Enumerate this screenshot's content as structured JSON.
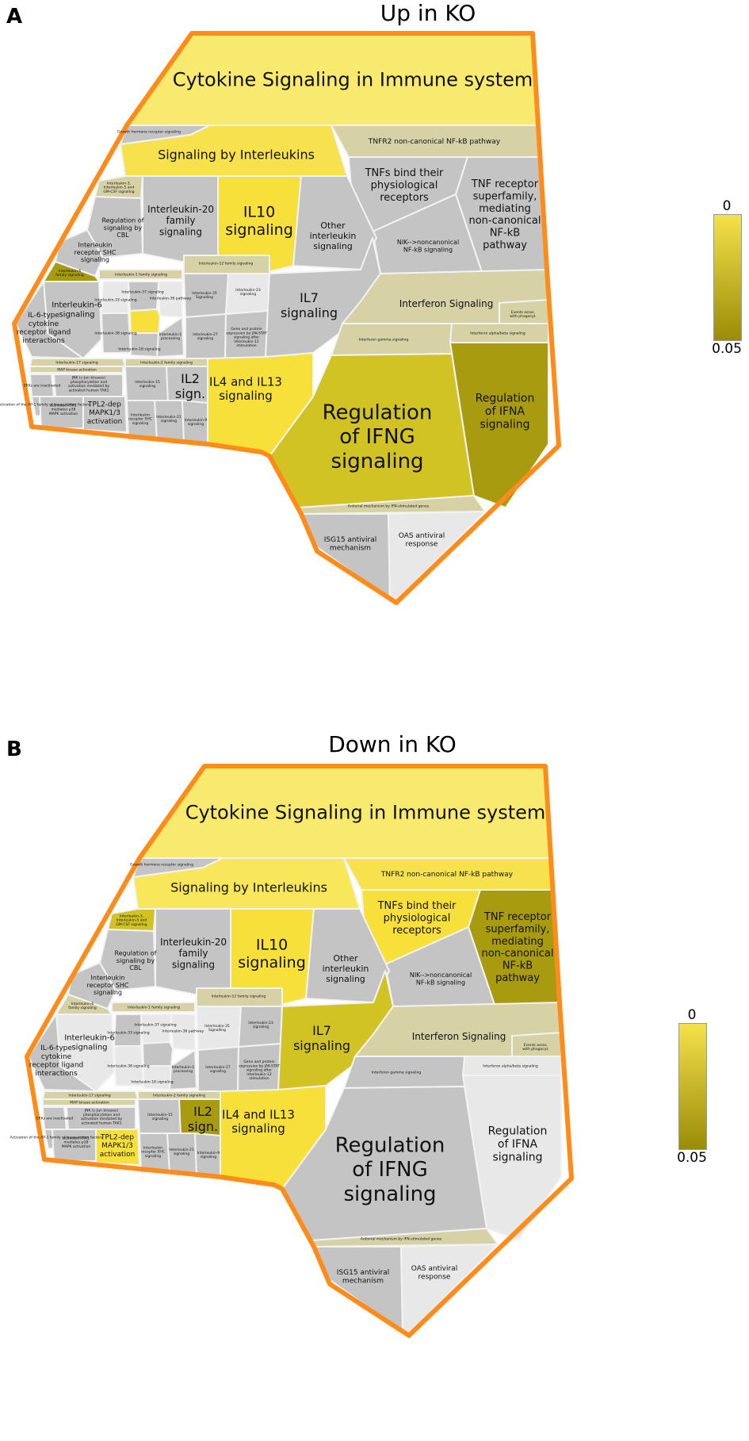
{
  "colors": {
    "outline": "#ff8c1a",
    "grey": "#c4c4c4",
    "light_grey": "#e6e6e6",
    "khaki": "#d7d1a6",
    "yellow_bright": "#f8e14a",
    "yellow_light": "#f8ea6e",
    "yellow_header": "#f7e65b",
    "olive_mid": "#d2c325",
    "olive_dark": "#a89b0f",
    "olive_deep": "#9c910c"
  },
  "panels": [
    {
      "letter": "A",
      "title": "Up in KO",
      "legend": {
        "top": "0",
        "bottom": "0.05"
      },
      "labels": {
        "cytokine": "Cytokine Signaling in Immune system",
        "growth_hormone": "Growth hormone receptor signaling",
        "interleukins": "Signaling by Interleukins",
        "tnfr2": "TNFR2 non-canonical NF-kB pathway",
        "tnfs_bind": [
          "TNFs bind their",
          "physiological",
          "receptors"
        ],
        "tnf_receptor": [
          "TNF receptor",
          "superfamily,",
          "mediating",
          "non-canonical",
          "NF-kB",
          "pathway"
        ],
        "nik": [
          "NIK-->noncanonical",
          "NF-kB signaling"
        ],
        "il3_5_gmcsf": [
          "Interleukin-3,",
          "Interleukin-5 and",
          "GM-CSF signaling"
        ],
        "reg_cbl": [
          "Regulation of",
          "signaling by",
          "CBL"
        ],
        "shc": [
          "Interleukin",
          "receptor SHC",
          "signaling"
        ],
        "il20": [
          "Interleukin-20",
          "family",
          "signaling"
        ],
        "il10": [
          "IL10",
          "signaling"
        ],
        "other_il": [
          "Other",
          "interleukin",
          "signaling"
        ],
        "il6_family": [
          "Interleukin-6",
          "family signaling"
        ],
        "il6": [
          "Interleukin-6",
          "signaling"
        ],
        "il6_type": [
          "IL-6-type",
          "cytokine",
          "receptor ligand",
          "interactions"
        ],
        "il1_family": "Interleukin-1 family signaling",
        "il33": "Interleukin-33 signaling",
        "il37": "Interleukin-37 signaling",
        "il36": "Interleukin-36 pathway",
        "il38": "Interleukin-38 signaling",
        "il18": "Interleukin-18 signaling",
        "il1_processing": [
          "Interleukin-1",
          "processing"
        ],
        "il12_family": "Interleukin-12 family signaling",
        "il35": [
          "Interleukin-35",
          "Signalling"
        ],
        "il23": [
          "Interleukin-23",
          "signaling"
        ],
        "il27": [
          "Interleukin-27",
          "signaling"
        ],
        "gene_protein": [
          "Gene and protein",
          "expression by JAK-STAT",
          "signaling after",
          "Interleukin-12",
          "stimulation"
        ],
        "il7": [
          "IL7",
          "signaling"
        ],
        "interferon": "Interferon Signaling",
        "events_assoc": [
          "Events assoc.",
          "with phagocyt."
        ],
        "ifn_gamma": "Interferon gamma signaling",
        "ifn_ab": "Interferon alpha/beta signaling",
        "il17": "Interleukin-17 signaling",
        "map_kinase": "MAP kinase activation",
        "erks_inactivated": "ERKs are inactivated",
        "activation_ppp": "Activation of the AP-1 family of transcription factors",
        "jnk": [
          "JNK (c-Jun kinases)",
          "phosphorylation and",
          "activation mediated by",
          "activated human TAK1"
        ],
        "tak1": [
          "activated TAK1",
          "mediates p38",
          "MAPK activation"
        ],
        "tpl2": [
          "TPL2-dep",
          "MAPK1/3",
          "activation"
        ],
        "il2_family": "Interleukin-2 family signaling",
        "il15": [
          "Interleukin-15",
          "signaling"
        ],
        "il2": [
          "IL2",
          "sign."
        ],
        "il_shc": [
          "Interleukin",
          "receptor SHC",
          "signaling"
        ],
        "il21": [
          "Interleukin-21",
          "signaling"
        ],
        "il9": [
          "Interleukin-9",
          "signaling"
        ],
        "il4_13": [
          "IL4 and IL13",
          "signaling"
        ],
        "reg_ifng": [
          "Regulation",
          "of IFNG",
          "signaling"
        ],
        "reg_ifna": [
          "Regulation",
          "of IFNA",
          "signaling"
        ],
        "antiviral": "Antiviral mechanism by IFN-stimulated genes",
        "isg15": [
          "ISG15 antiviral",
          "mechanism"
        ],
        "oas": [
          "OAS antiviral",
          "response"
        ]
      },
      "fills": {
        "cytokine": "#f8ea6e",
        "growth_hormone": "#c4c4c4",
        "interleukins": "#f7e24e",
        "tnfr2": "#d7d1a6",
        "tnfs_bind": "#c4c4c4",
        "tnf_receptor": "#c4c4c4",
        "nik": "#c4c4c4",
        "il3_5_gmcsf": "#d7d1a6",
        "reg_cbl": "#c4c4c4",
        "shc": "#c4c4c4",
        "il20": "#c4c4c4",
        "il10": "#f8e03a",
        "other_il": "#c4c4c4",
        "il6_family": "#a89b0f",
        "il6": "#c4c4c4",
        "il6_type": "#c4c4c4",
        "il1_family": "#d7d1a6",
        "il33": "#e8e8e8",
        "il37": "#c4c4c4",
        "il36": "#e8e8e8",
        "il38": "#c4c4c4",
        "il18": "#c4c4c4",
        "il1_processing": "#c4c4c4",
        "il12_family": "#d7d1a6",
        "il35": "#c4c4c4",
        "il23": "#e8e8e8",
        "il27": "#c4c4c4",
        "gene_protein": "#c4c4c4",
        "il7": "#c4c4c4",
        "interferon": "#d7d1a6",
        "events_assoc": "#d7d1a6",
        "ifn_gamma": "#d7d1a6",
        "ifn_ab": "#d7d1a6",
        "il17": "#d7d1a6",
        "map_kinase": "#d7d1a6",
        "erks_inactivated": "#c4c4c4",
        "activation_ppp": "#c4c4c4",
        "jnk": "#c4c4c4",
        "tak1": "#c4c4c4",
        "tpl2": "#c4c4c4",
        "il2_family": "#d7d1a6",
        "il15": "#c4c4c4",
        "il2": "#c4c4c4",
        "il_shc": "#c4c4c4",
        "il21": "#c4c4c4",
        "il9": "#c4c4c4",
        "il4_13": "#f8e03a",
        "reg_ifng": "#d2c325",
        "reg_ifna": "#a89b0f",
        "antiviral": "#d7d1a6",
        "isg15": "#c4c4c4",
        "oas": "#e8e8e8",
        "il_small_a": "#f8e03a"
      }
    },
    {
      "letter": "B",
      "title": "Down in KO",
      "legend": {
        "top": "0",
        "bottom": "0.05"
      },
      "labels": {
        "cytokine": "Cytokine Signaling in Immune system",
        "growth_hormone": "Growth hormone receptor signaling",
        "interleukins": "Signaling by Interleukins",
        "tnfr2": "TNFR2 non-canonical NF-kB pathway",
        "tnfs_bind": [
          "TNFs bind their",
          "physiological",
          "receptors"
        ],
        "tnf_receptor": [
          "TNF receptor",
          "superfamily,",
          "mediating",
          "non-canonical",
          "NF-kB",
          "pathway"
        ],
        "nik": [
          "NIK-->noncanonical",
          "NF-kB signaling"
        ],
        "il3_5_gmcsf": [
          "Interleukin-3,",
          "Interleukin-5 and",
          "GM-CSF signaling"
        ],
        "reg_cbl": [
          "Regulation of",
          "signaling by",
          "CBL"
        ],
        "shc": [
          "Interleukin",
          "receptor SHC",
          "signaling"
        ],
        "il20": [
          "Interleukin-20",
          "family",
          "signaling"
        ],
        "il10": [
          "IL10",
          "signaling"
        ],
        "other_il": [
          "Other",
          "interleukin",
          "signaling"
        ],
        "il6_family": [
          "Interleukin-6",
          "family signaling"
        ],
        "il6": [
          "Interleukin-6",
          "signaling"
        ],
        "il6_type": [
          "IL-6-type",
          "cytokine",
          "receptor ligand",
          "interactions"
        ],
        "il1_family": "Interleukin-1 family signaling",
        "il33": "Interleukin-33 signaling",
        "il37": "Interleukin-37 signaling",
        "il36": "Interleukin-36 pathway",
        "il38": "Interleukin-38 signaling",
        "il18": "Interleukin-18 signaling",
        "il1_processing": [
          "Interleukin-1",
          "processing"
        ],
        "il12_family": "Interleukin-12 family signaling",
        "il35": [
          "Interleukin-35",
          "Signalling"
        ],
        "il23": [
          "Interleukin-23",
          "signaling"
        ],
        "il27": [
          "Interleukin-27",
          "signaling"
        ],
        "gene_protein": [
          "Gene and protein",
          "expression by JAK-STAT",
          "signaling after",
          "Interleukin-12",
          "stimulation"
        ],
        "il7": [
          "IL7",
          "signaling"
        ],
        "interferon": "Interferon Signaling",
        "events_assoc": [
          "Events assoc.",
          "with phagocyt."
        ],
        "ifn_gamma": "Interferon gamma signaling",
        "ifn_ab": "Interferon alpha/beta signaling",
        "il17": "Interleukin-17 signaling",
        "map_kinase": "MAP kinase activation",
        "erks_inactivated": "ERKs are inactivated",
        "activation_ppp": "Activation of the AP-1 family of transcription factors",
        "jnk": [
          "JNK (c-Jun kinases)",
          "phosphorylation and",
          "activation mediated by",
          "activated human TAK1"
        ],
        "tak1": [
          "activated TAK1",
          "mediates p38",
          "MAPK activation"
        ],
        "tpl2": [
          "TPL2-dep",
          "MAPK1/3",
          "activation"
        ],
        "il2_family": "Interleukin-2 family signaling",
        "il15": [
          "Interleukin-15",
          "signaling"
        ],
        "il2": [
          "IL2",
          "sign."
        ],
        "il_shc": [
          "Interleukin",
          "receptor SHC",
          "signaling"
        ],
        "il21": [
          "Interleukin-21",
          "signaling"
        ],
        "il9": [
          "Interleukin-9",
          "signaling"
        ],
        "il4_13": [
          "IL4 and IL13",
          "signaling"
        ],
        "reg_ifng": [
          "Regulation",
          "of IFNG",
          "signaling"
        ],
        "reg_ifna": [
          "Regulation",
          "of IFNA",
          "signaling"
        ],
        "antiviral": "Antiviral mechanism by IFN-stimulated genes",
        "isg15": [
          "ISG15 antiviral",
          "mechanism"
        ],
        "oas": [
          "OAS antiviral",
          "response"
        ]
      },
      "fills": {
        "cytokine": "#f8ea6e",
        "growth_hormone": "#c4c4c4",
        "interleukins": "#f8e65b",
        "tnfr2": "#f7e24e",
        "tnfs_bind": "#f8e03a",
        "tnf_receptor": "#a89b0f",
        "nik": "#c4c4c4",
        "il3_5_gmcsf": "#d2c325",
        "reg_cbl": "#c4c4c4",
        "shc": "#c4c4c4",
        "il20": "#c4c4c4",
        "il10": "#f8e03a",
        "other_il": "#c4c4c4",
        "il6_family": "#d7d1a6",
        "il6": "#e8e8e8",
        "il6_type": "#c4c4c4",
        "il1_family": "#d7d1a6",
        "il33": "#c4c4c4",
        "il37": "#e8e8e8",
        "il36": "#e8e8e8",
        "il38": "#e8e8e8",
        "il18": "#e8e8e8",
        "il1_processing": "#c4c4c4",
        "il12_family": "#d7d1a6",
        "il35": "#e8e8e8",
        "il23": "#c4c4c4",
        "il27": "#c4c4c4",
        "gene_protein": "#c4c4c4",
        "il7": "#d2c325",
        "interferon": "#d7d1a6",
        "events_assoc": "#d7d1a6",
        "ifn_gamma": "#c4c4c4",
        "ifn_ab": "#e8e8e8",
        "il17": "#d7d1a6",
        "map_kinase": "#d7d1a6",
        "erks_inactivated": "#c4c4c4",
        "activation_ppp": "#c4c4c4",
        "jnk": "#c4c4c4",
        "tak1": "#c4c4c4",
        "tpl2": "#f8e03a",
        "il2_family": "#d7d1a6",
        "il15": "#c4c4c4",
        "il2": "#a89b0f",
        "il_shc": "#c4c4c4",
        "il21": "#c4c4c4",
        "il9": "#c4c4c4",
        "il4_13": "#f8e03a",
        "reg_ifng": "#c4c4c4",
        "reg_ifna": "#e8e8e8",
        "antiviral": "#d7d1a6",
        "isg15": "#c4c4c4",
        "oas": "#e8e8e8",
        "il_small_a": "#c4c4c4"
      }
    }
  ]
}
